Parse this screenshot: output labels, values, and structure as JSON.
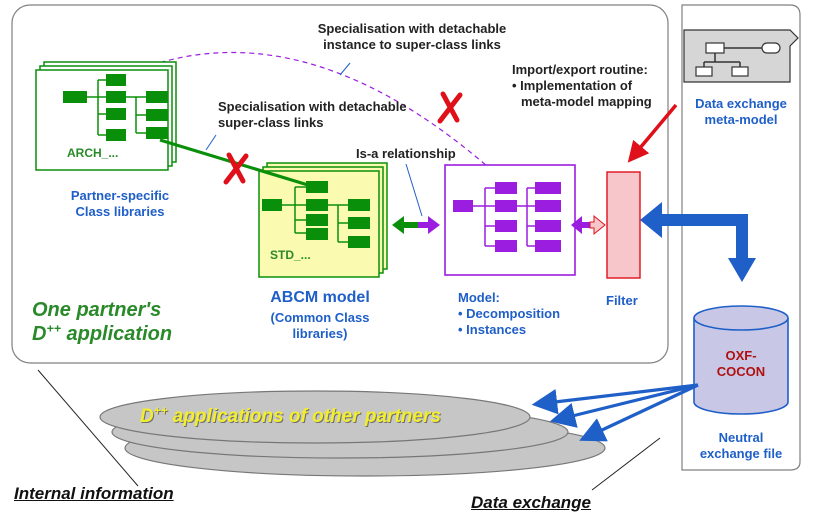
{
  "labels": {
    "spec_instance_line1": "Specialisation with detachable",
    "spec_instance_line2": "instance to super-class links",
    "spec_superclass_line1": "Specialisation with detachable",
    "spec_superclass_line2": "super-class links",
    "import_export_line1": "Import/export routine:",
    "import_export_line2": "• Implementation of",
    "import_export_line3": "meta-model mapping",
    "is_a": "Is-a relationship",
    "data_exchange_line1": "Data exchange",
    "data_exchange_line2": "meta-model",
    "arch_tag": "ARCH_...",
    "std_tag": "STD_...",
    "partner_line1": "Partner-specific",
    "partner_line2": "Class libraries",
    "abcm_title": "ABCM model",
    "abcm_line2": "(Common Class",
    "abcm_line3": "libraries)",
    "model_line1": "Model:",
    "model_line2": "• Decomposition",
    "model_line3": "• Instances",
    "filter": "Filter",
    "one_partner_line1": "One partner's",
    "one_partner_d": "D",
    "one_partner_plus": "++",
    "one_partner_rest": " application",
    "oxf_line1": "OXF-",
    "oxf_line2": "COCON",
    "neutral_line1": "Neutral",
    "neutral_line2": "exchange file",
    "others_d": "D",
    "others_plus": "++",
    "others_rest": " applications of other partners",
    "internal_info": "Internal information",
    "data_exchange_footer": "Data exchange"
  },
  "colors": {
    "green": "#0a8f0a",
    "purple": "#9b1de0",
    "blue": "#1f5fc8",
    "red": "#e0101a",
    "filter_fill": "#f6c6cb",
    "std_fill": "#fafab0",
    "cylinder_fill": "#c8c8e6",
    "ellipse_fill": "#c6c6c6"
  },
  "icons": [
    "red-x-icon",
    "metamodel-diagram-icon",
    "cylinder-icon"
  ]
}
